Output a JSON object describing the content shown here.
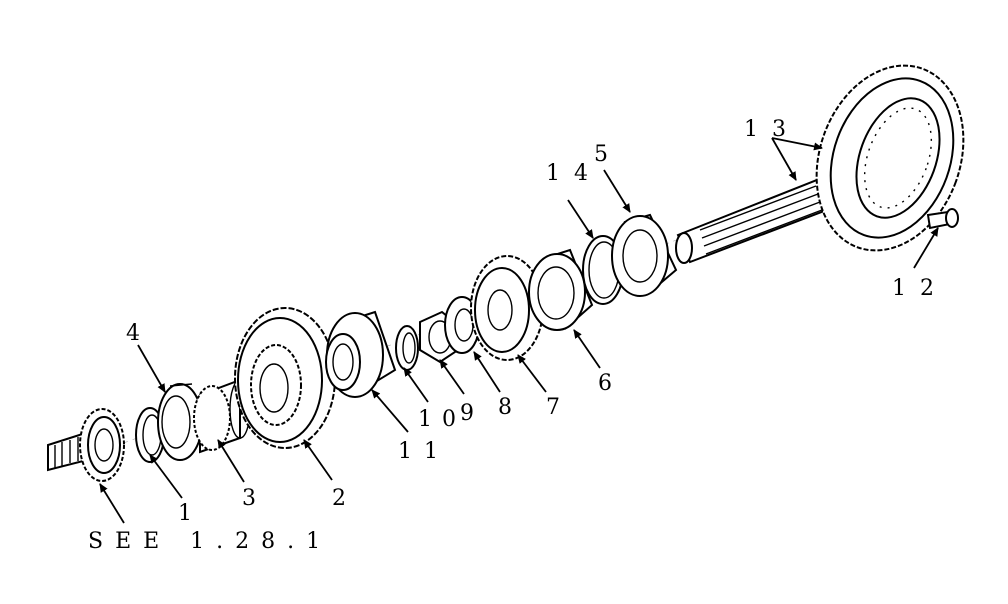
{
  "labels": {
    "p1": "1",
    "p2": "2",
    "p3": "3",
    "p4": "4",
    "p5": "5",
    "p6": "6",
    "p7": "7",
    "p8": "8",
    "p9": "9",
    "p10": "10",
    "p11": "11",
    "p12": "12",
    "p13": "13",
    "p14": "14"
  },
  "reference_note": "SEE 1.28.1"
}
